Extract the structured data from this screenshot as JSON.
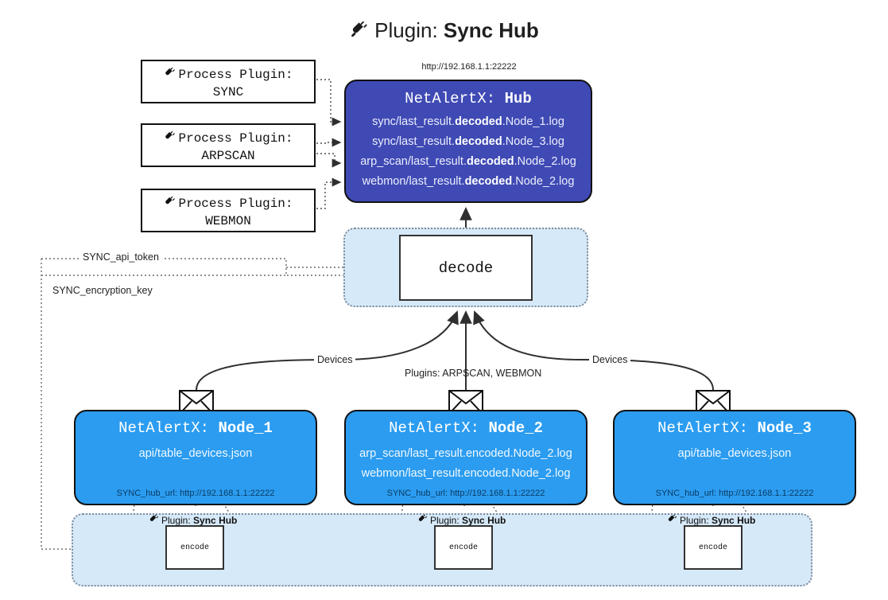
{
  "title": {
    "icon": "plug-icon",
    "prefix": "Plugin:",
    "name": "Sync Hub"
  },
  "hub": {
    "url": "http://192.168.1.1:22222",
    "title_prefix": "NetAlertX:",
    "title_name": "Hub",
    "logs": [
      {
        "pre": "sync/last_result.",
        "mid": "decoded",
        "post": ".Node_1.log"
      },
      {
        "pre": "sync/last_result.",
        "mid": "decoded",
        "post": ".Node_3.log"
      },
      {
        "pre": "arp_scan/last_result.",
        "mid": "decoded",
        "post": ".Node_2.log"
      },
      {
        "pre": "webmon/last_result.",
        "mid": "decoded",
        "post": ".Node_2.log"
      }
    ]
  },
  "process_plugins": [
    {
      "icon": "plug-icon",
      "line1": "Process Plugin:",
      "line2": "SYNC"
    },
    {
      "icon": "plug-icon",
      "line1": "Process Plugin:",
      "line2": "ARPSCAN"
    },
    {
      "icon": "plug-icon",
      "line1": "Process Plugin:",
      "line2": "WEBMON"
    }
  ],
  "decode": {
    "label": "decode"
  },
  "settings_labels": {
    "api_token": "SYNC_api_token",
    "encryption_key": "SYNC_encryption_key"
  },
  "edge_labels": {
    "devices_left": "Devices",
    "devices_right": "Devices",
    "plugins_center": "Plugins: ARPSCAN, WEBMON"
  },
  "nodes": [
    {
      "icon": "envelope-icon",
      "title_prefix": "NetAlertX:",
      "title_name": "Node_1",
      "lines": [
        "api/table_devices.json"
      ],
      "url_label": "SYNC_hub_url:",
      "url_value": "http://192.168.1.1:22222"
    },
    {
      "icon": "envelope-icon",
      "title_prefix": "NetAlertX:",
      "title_name": "Node_2",
      "lines": [
        "arp_scan/last_result.encoded.Node_2.log",
        "webmon/last_result.encoded.Node_2.log"
      ],
      "url_label": "SYNC_hub_url:",
      "url_value": "http://192.168.1.1:22222"
    },
    {
      "icon": "envelope-icon",
      "title_prefix": "NetAlertX:",
      "title_name": "Node_3",
      "lines": [
        "api/table_devices.json"
      ],
      "url_label": "SYNC_hub_url:",
      "url_value": "http://192.168.1.1:22222"
    }
  ],
  "encoders": [
    {
      "icon": "plug-icon",
      "plugin_prefix": "Plugin:",
      "plugin_name": "Sync Hub",
      "box_label": "encode"
    },
    {
      "icon": "plug-icon",
      "plugin_prefix": "Plugin:",
      "plugin_name": "Sync Hub",
      "box_label": "encode"
    },
    {
      "icon": "plug-icon",
      "plugin_prefix": "Plugin:",
      "plugin_name": "Sync Hub",
      "box_label": "encode"
    }
  ],
  "colors": {
    "hub_fill": "#3f4ab4",
    "node_fill": "#2b9cf0",
    "group_fill": "#d6e9f9",
    "stroke": "#111111"
  }
}
